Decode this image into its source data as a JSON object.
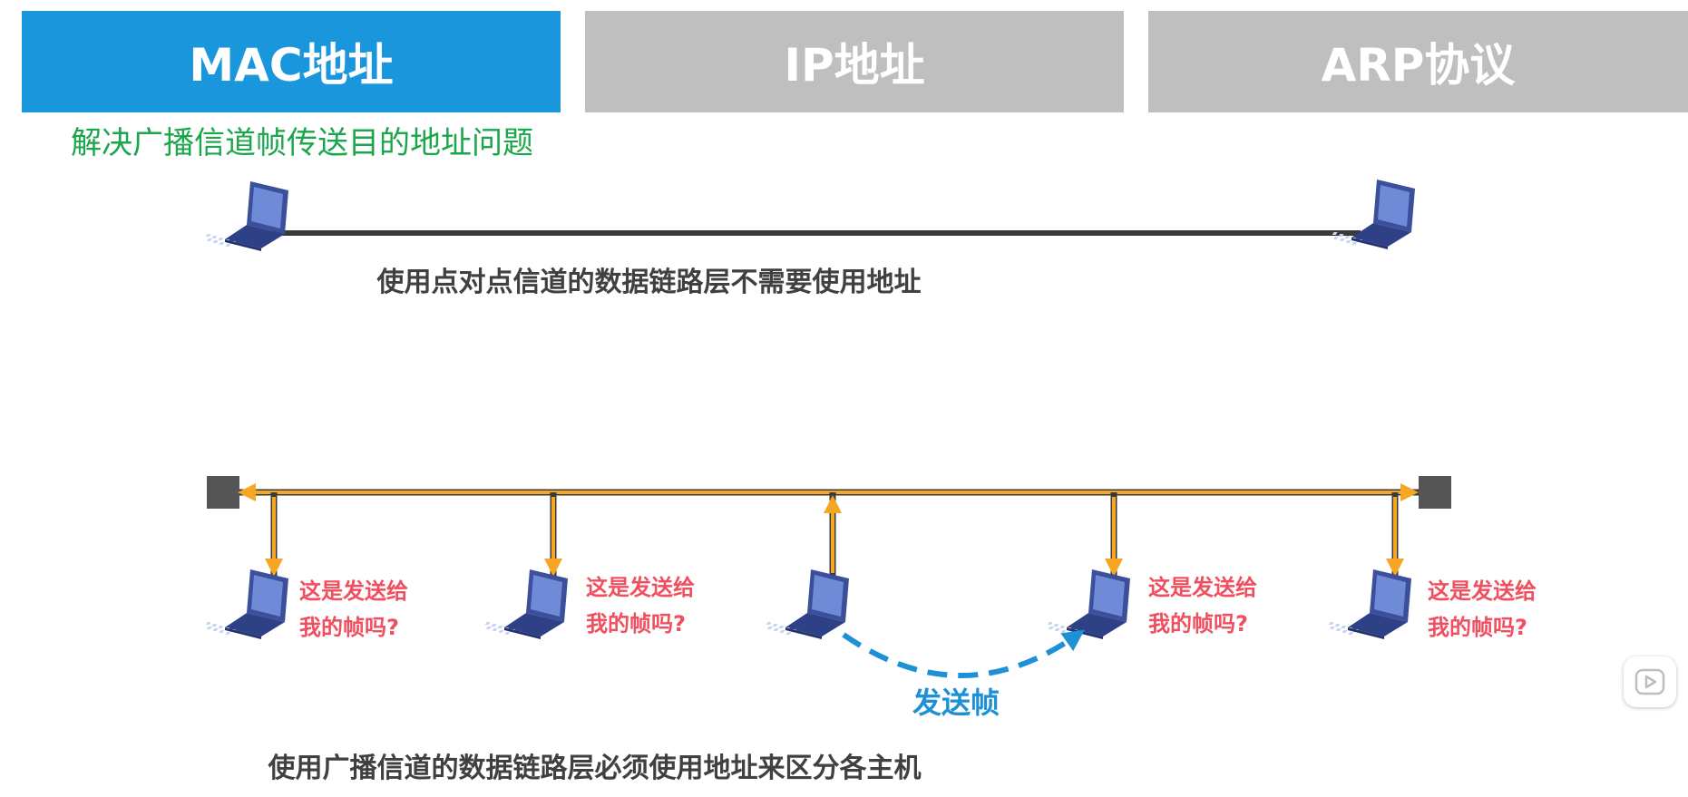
{
  "tabs": [
    {
      "label": "MAC地址",
      "active": true,
      "color": "#1a96dc"
    },
    {
      "label": "IP地址",
      "active": false,
      "color": "#bfbfbf"
    },
    {
      "label": "ARP协议",
      "active": false,
      "color": "#bfbfbf"
    }
  ],
  "subtitle": "解决广播信道帧传送目的地址问题",
  "point_to_point": {
    "caption": "使用点对点信道的数据链路层不需要使用地址"
  },
  "broadcast": {
    "question_line1": "这是发送给",
    "question_line2": "我的帧吗?",
    "send_label": "发送帧",
    "caption": "使用广播信道的数据链路层必须使用地址来区分各主机"
  },
  "colors": {
    "accent_blue": "#1a96dc",
    "bus_orange": "#f5a623",
    "question_red": "#f04f5f",
    "send_blue": "#1e90d6",
    "subtitle_green": "#1aa64a",
    "link_gray": "#3a3a3a"
  },
  "icons": {
    "host": "laptop-icon",
    "player": "play-icon"
  }
}
